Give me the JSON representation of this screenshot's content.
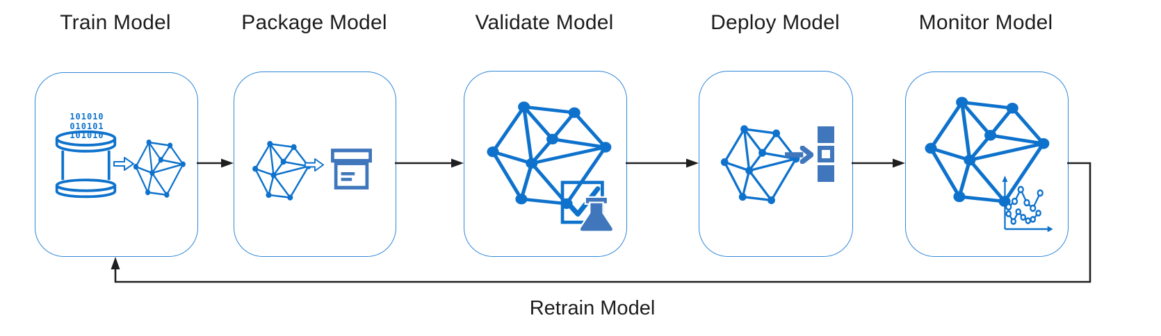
{
  "stages": [
    {
      "label": "Train Model",
      "binary_rows": [
        "101010",
        "010101",
        "101010"
      ],
      "icons": [
        "database-icon",
        "flow-arrow-icon",
        "network-icon"
      ]
    },
    {
      "label": "Package Model",
      "icons": [
        "network-icon",
        "flow-arrow-icon",
        "package-box-icon"
      ]
    },
    {
      "label": "Validate Model",
      "icons": [
        "network-icon",
        "validation-check-flask-icon"
      ]
    },
    {
      "label": "Deploy Model",
      "icons": [
        "network-icon",
        "deploy-arrow-icon",
        "deployment-stack-icon"
      ]
    },
    {
      "label": "Monitor Model",
      "icons": [
        "network-icon",
        "metrics-chart-icon"
      ]
    }
  ],
  "feedback_label": "Retrain Model",
  "colors": {
    "primary_blue": "#0E72CC",
    "steel_blue": "#3F76BC",
    "box_border_blue": "#2E86D6",
    "connector_black": "#1F1F1F",
    "title_text": "#1C1C1C"
  }
}
